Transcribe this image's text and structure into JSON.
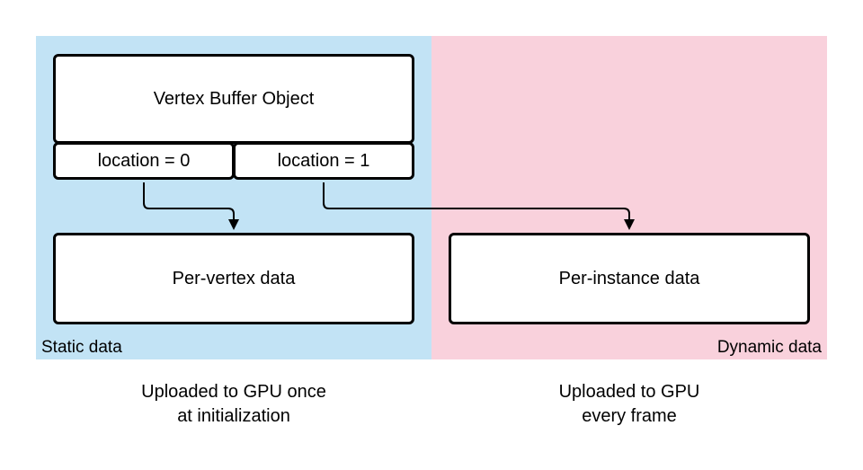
{
  "colors": {
    "static_bg": "#c2e3f5",
    "dynamic_bg": "#f9d1dc",
    "stroke": "#000000"
  },
  "vbo": {
    "title": "Vertex Buffer Object",
    "loc0": "location = 0",
    "loc1": "location = 1"
  },
  "per_vertex": "Per-vertex data",
  "per_instance": "Per-instance data",
  "static_label": "Static data",
  "dynamic_label": "Dynamic data",
  "caption_static": {
    "line1": "Uploaded to GPU once",
    "line2": "at initialization"
  },
  "caption_dynamic": {
    "line1": "Uploaded to GPU",
    "line2": "every frame"
  }
}
